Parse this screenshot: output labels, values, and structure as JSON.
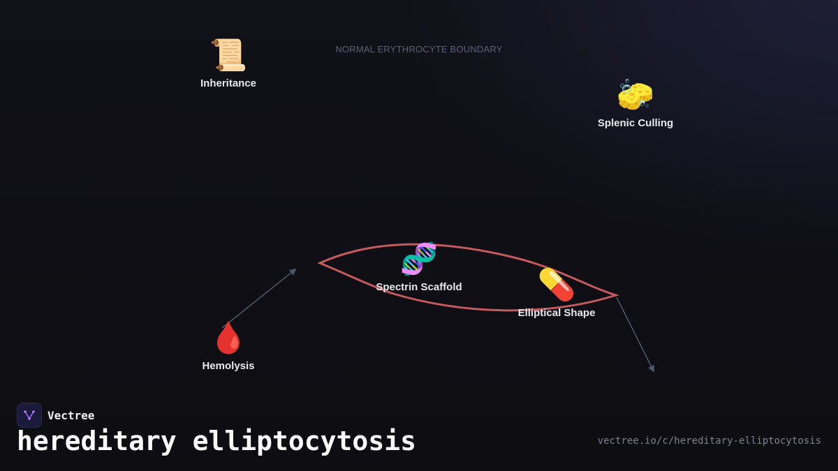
{
  "diagram": {
    "boundary_label": "NORMAL ERYTHROCYTE BOUNDARY",
    "nodes": [
      {
        "id": "inheritance",
        "emoji": "📜",
        "label": "Inheritance"
      },
      {
        "id": "splenic",
        "emoji": "🧽",
        "label": "Splenic Culling"
      },
      {
        "id": "spectrin",
        "emoji": "🧬",
        "label": "Spectrin Scaffold"
      },
      {
        "id": "elliptical",
        "emoji": "💊",
        "label": "Elliptical Shape"
      },
      {
        "id": "hemolysis",
        "emoji": "🩸",
        "label": "Hemolysis"
      }
    ],
    "colors": {
      "cell_outline": "#c55a5f",
      "arrow": "#4d5568"
    }
  },
  "brand": {
    "name": "Vectree",
    "logo_icon": "vectree-logo-icon"
  },
  "title": "hereditary elliptocytosis",
  "url": "vectree.io/c/hereditary-elliptocytosis"
}
